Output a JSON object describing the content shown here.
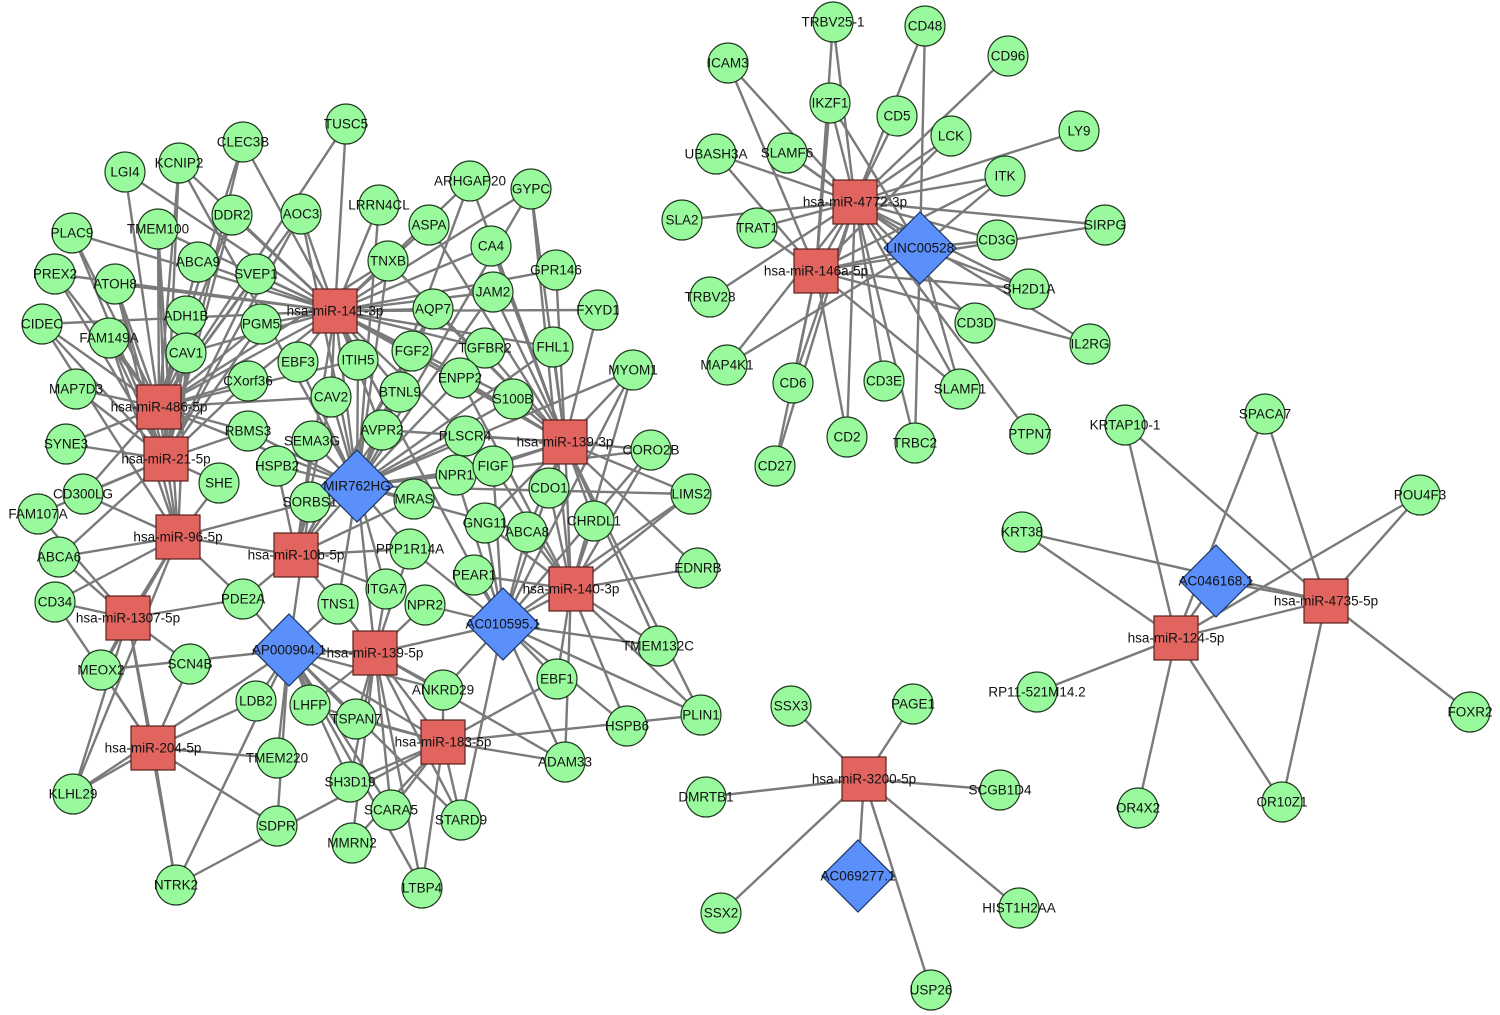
{
  "colors": {
    "mirna": "#e1645f",
    "lncrna": "#5b8ff9",
    "mrna": "#98fa9c",
    "edge": "#7a7a7a"
  },
  "nodes": [
    {
      "id": "m141",
      "label": "hsa-miR-141-3p",
      "kind": "mirna"
    },
    {
      "id": "m486",
      "label": "hsa-miR-486-5p",
      "kind": "mirna"
    },
    {
      "id": "m21",
      "label": "hsa-miR-21-5p",
      "kind": "mirna"
    },
    {
      "id": "m96",
      "label": "hsa-miR-96-5p",
      "kind": "mirna"
    },
    {
      "id": "m10b",
      "label": "hsa-miR-10b-5p",
      "kind": "mirna"
    },
    {
      "id": "m1307",
      "label": "hsa-miR-1307-5p",
      "kind": "mirna"
    },
    {
      "id": "m139_5",
      "label": "hsa-miR-139-5p",
      "kind": "mirna"
    },
    {
      "id": "m139_3",
      "label": "hsa-miR-139-3p",
      "kind": "mirna"
    },
    {
      "id": "m140",
      "label": "hsa-miR-140-3p",
      "kind": "mirna"
    },
    {
      "id": "m183",
      "label": "hsa-miR-183-5p",
      "kind": "mirna"
    },
    {
      "id": "m204",
      "label": "hsa-miR-204-5p",
      "kind": "mirna"
    },
    {
      "id": "m4772",
      "label": "hsa-miR-4772-3p",
      "kind": "mirna"
    },
    {
      "id": "m146",
      "label": "hsa-miR-146a-5p",
      "kind": "mirna"
    },
    {
      "id": "m124",
      "label": "hsa-miR-124-5p",
      "kind": "mirna"
    },
    {
      "id": "m4735",
      "label": "hsa-miR-4735-5p",
      "kind": "mirna"
    },
    {
      "id": "m3200",
      "label": "hsa-miR-3200-5p",
      "kind": "mirna"
    },
    {
      "id": "lMIR762",
      "label": "MIR762HG",
      "kind": "lncrna"
    },
    {
      "id": "lAP",
      "label": "AP000904.1",
      "kind": "lncrna"
    },
    {
      "id": "lAC0105",
      "label": "AC010595.1",
      "kind": "lncrna"
    },
    {
      "id": "lLINC",
      "label": "LINC00528",
      "kind": "lncrna"
    },
    {
      "id": "lAC0461",
      "label": "AC046168.1",
      "kind": "lncrna"
    },
    {
      "id": "lAC0692",
      "label": "AC069277.1",
      "kind": "lncrna"
    },
    {
      "id": "TUSC5",
      "label": "TUSC5",
      "kind": "mrna"
    },
    {
      "id": "CLEC3B",
      "label": "CLEC3B",
      "kind": "mrna"
    },
    {
      "id": "KCNIP2",
      "label": "KCNIP2",
      "kind": "mrna"
    },
    {
      "id": "LGI4",
      "label": "LGI4",
      "kind": "mrna"
    },
    {
      "id": "DDR2",
      "label": "DDR2",
      "kind": "mrna"
    },
    {
      "id": "AOC3",
      "label": "AOC3",
      "kind": "mrna"
    },
    {
      "id": "LRRN4CL",
      "label": "LRRN4CL",
      "kind": "mrna"
    },
    {
      "id": "ARHGAP20",
      "label": "ARHGAP20",
      "kind": "mrna"
    },
    {
      "id": "GYPC",
      "label": "GYPC",
      "kind": "mrna"
    },
    {
      "id": "ASPA",
      "label": "ASPA",
      "kind": "mrna"
    },
    {
      "id": "PLAC9",
      "label": "PLAC9",
      "kind": "mrna"
    },
    {
      "id": "TMEM100",
      "label": "TMEM100",
      "kind": "mrna"
    },
    {
      "id": "ABCA9",
      "label": "ABCA9",
      "kind": "mrna"
    },
    {
      "id": "SVEP1",
      "label": "SVEP1",
      "kind": "mrna"
    },
    {
      "id": "TNXB",
      "label": "TNXB",
      "kind": "mrna"
    },
    {
      "id": "CA4",
      "label": "CA4",
      "kind": "mrna"
    },
    {
      "id": "PREX2",
      "label": "PREX2",
      "kind": "mrna"
    },
    {
      "id": "ATOH8",
      "label": "ATOH8",
      "kind": "mrna"
    },
    {
      "id": "GPR146",
      "label": "GPR146",
      "kind": "mrna"
    },
    {
      "id": "JAM2",
      "label": "JAM2",
      "kind": "mrna"
    },
    {
      "id": "CIDEC",
      "label": "CIDEC",
      "kind": "mrna"
    },
    {
      "id": "ADH1B",
      "label": "ADH1B",
      "kind": "mrna"
    },
    {
      "id": "PGM5",
      "label": "PGM5",
      "kind": "mrna"
    },
    {
      "id": "AQP7",
      "label": "AQP7",
      "kind": "mrna"
    },
    {
      "id": "FXYD1",
      "label": "FXYD1",
      "kind": "mrna"
    },
    {
      "id": "FAM149A",
      "label": "FAM149A",
      "kind": "mrna"
    },
    {
      "id": "CAV1",
      "label": "CAV1",
      "kind": "mrna"
    },
    {
      "id": "EBF3",
      "label": "EBF3",
      "kind": "mrna"
    },
    {
      "id": "ITIH5",
      "label": "ITIH5",
      "kind": "mrna"
    },
    {
      "id": "FGF2",
      "label": "FGF2",
      "kind": "mrna"
    },
    {
      "id": "TGFBR2",
      "label": "TGFBR2",
      "kind": "mrna"
    },
    {
      "id": "FHL1",
      "label": "FHL1",
      "kind": "mrna"
    },
    {
      "id": "MYOM1",
      "label": "MYOM1",
      "kind": "mrna"
    },
    {
      "id": "MAP7D3",
      "label": "MAP7D3",
      "kind": "mrna"
    },
    {
      "id": "CXorf36",
      "label": "CXorf36",
      "kind": "mrna"
    },
    {
      "id": "ENPP2",
      "label": "ENPP2",
      "kind": "mrna"
    },
    {
      "id": "BTNL9",
      "label": "BTNL9",
      "kind": "mrna"
    },
    {
      "id": "S100B",
      "label": "S100B",
      "kind": "mrna"
    },
    {
      "id": "CAV2",
      "label": "CAV2",
      "kind": "mrna"
    },
    {
      "id": "SYNE3",
      "label": "SYNE3",
      "kind": "mrna"
    },
    {
      "id": "RBMS3",
      "label": "RBMS3",
      "kind": "mrna"
    },
    {
      "id": "AVPR2",
      "label": "AVPR2",
      "kind": "mrna"
    },
    {
      "id": "SEMA3G",
      "label": "SEMA3G",
      "kind": "mrna"
    },
    {
      "id": "PLSCR4",
      "label": "PLSCR4",
      "kind": "mrna"
    },
    {
      "id": "CORO2B",
      "label": "CORO2B",
      "kind": "mrna"
    },
    {
      "id": "HSPB2",
      "label": "HSPB2",
      "kind": "mrna"
    },
    {
      "id": "NPR1",
      "label": "NPR1",
      "kind": "mrna"
    },
    {
      "id": "FIGF",
      "label": "FIGF",
      "kind": "mrna"
    },
    {
      "id": "SHE",
      "label": "SHE",
      "kind": "mrna"
    },
    {
      "id": "CD300LG",
      "label": "CD300LG",
      "kind": "mrna"
    },
    {
      "id": "SORBS1",
      "label": "SORBS1",
      "kind": "mrna"
    },
    {
      "id": "MRAS",
      "label": "MRAS",
      "kind": "mrna"
    },
    {
      "id": "CDO1",
      "label": "CDO1",
      "kind": "mrna"
    },
    {
      "id": "LIMS2",
      "label": "LIMS2",
      "kind": "mrna"
    },
    {
      "id": "FAM107A",
      "label": "FAM107A",
      "kind": "mrna"
    },
    {
      "id": "GNG11",
      "label": "GNG11",
      "kind": "mrna"
    },
    {
      "id": "ABCA8",
      "label": "ABCA8",
      "kind": "mrna"
    },
    {
      "id": "CHRDL1",
      "label": "CHRDL1",
      "kind": "mrna"
    },
    {
      "id": "ABCA6",
      "label": "ABCA6",
      "kind": "mrna"
    },
    {
      "id": "PPP1R14A",
      "label": "PPP1R14A",
      "kind": "mrna"
    },
    {
      "id": "EDNRB",
      "label": "EDNRB",
      "kind": "mrna"
    },
    {
      "id": "CD34",
      "label": "CD34",
      "kind": "mrna"
    },
    {
      "id": "PDE2A",
      "label": "PDE2A",
      "kind": "mrna"
    },
    {
      "id": "PEAR1",
      "label": "PEAR1",
      "kind": "mrna"
    },
    {
      "id": "ITGA7",
      "label": "ITGA7",
      "kind": "mrna"
    },
    {
      "id": "TNS1",
      "label": "TNS1",
      "kind": "mrna"
    },
    {
      "id": "NPR2",
      "label": "NPR2",
      "kind": "mrna"
    },
    {
      "id": "TMEM132C",
      "label": "TMEM132C",
      "kind": "mrna"
    },
    {
      "id": "MEOX2",
      "label": "MEOX2",
      "kind": "mrna"
    },
    {
      "id": "SCN4B",
      "label": "SCN4B",
      "kind": "mrna"
    },
    {
      "id": "EBF1",
      "label": "EBF1",
      "kind": "mrna"
    },
    {
      "id": "PLIN1",
      "label": "PLIN1",
      "kind": "mrna"
    },
    {
      "id": "LDB2",
      "label": "LDB2",
      "kind": "mrna"
    },
    {
      "id": "LHFP",
      "label": "LHFP",
      "kind": "mrna"
    },
    {
      "id": "ANKRD29",
      "label": "ANKRD29",
      "kind": "mrna"
    },
    {
      "id": "HSPB6",
      "label": "HSPB6",
      "kind": "mrna"
    },
    {
      "id": "TSPAN7",
      "label": "TSPAN7",
      "kind": "mrna"
    },
    {
      "id": "ADAM33",
      "label": "ADAM33",
      "kind": "mrna"
    },
    {
      "id": "TMEM220",
      "label": "TMEM220",
      "kind": "mrna"
    },
    {
      "id": "SH3D19",
      "label": "SH3D19",
      "kind": "mrna"
    },
    {
      "id": "KLHL29",
      "label": "KLHL29",
      "kind": "mrna"
    },
    {
      "id": "SDPR",
      "label": "SDPR",
      "kind": "mrna"
    },
    {
      "id": "SCARA5",
      "label": "SCARA5",
      "kind": "mrna"
    },
    {
      "id": "STARD9",
      "label": "STARD9",
      "kind": "mrna"
    },
    {
      "id": "MMRN2",
      "label": "MMRN2",
      "kind": "mrna"
    },
    {
      "id": "LTBP4",
      "label": "LTBP4",
      "kind": "mrna"
    },
    {
      "id": "NTRK2",
      "label": "NTRK2",
      "kind": "mrna"
    },
    {
      "id": "TRBV25-1",
      "label": "TRBV25-1",
      "kind": "mrna"
    },
    {
      "id": "CD48",
      "label": "CD48",
      "kind": "mrna"
    },
    {
      "id": "ICAM3",
      "label": "ICAM3",
      "kind": "mrna"
    },
    {
      "id": "CD96",
      "label": "CD96",
      "kind": "mrna"
    },
    {
      "id": "IKZF1",
      "label": "IKZF1",
      "kind": "mrna"
    },
    {
      "id": "CD5",
      "label": "CD5",
      "kind": "mrna"
    },
    {
      "id": "UBASH3A",
      "label": "UBASH3A",
      "kind": "mrna"
    },
    {
      "id": "SLAMF6",
      "label": "SLAMF6",
      "kind": "mrna"
    },
    {
      "id": "LCK",
      "label": "LCK",
      "kind": "mrna"
    },
    {
      "id": "LY9",
      "label": "LY9",
      "kind": "mrna"
    },
    {
      "id": "ITK",
      "label": "ITK",
      "kind": "mrna"
    },
    {
      "id": "SLA2",
      "label": "SLA2",
      "kind": "mrna"
    },
    {
      "id": "TRAT1",
      "label": "TRAT1",
      "kind": "mrna"
    },
    {
      "id": "CD3G",
      "label": "CD3G",
      "kind": "mrna"
    },
    {
      "id": "SIRPG",
      "label": "SIRPG",
      "kind": "mrna"
    },
    {
      "id": "TRBV28",
      "label": "TRBV28",
      "kind": "mrna"
    },
    {
      "id": "SH2D1A",
      "label": "SH2D1A",
      "kind": "mrna"
    },
    {
      "id": "CD3D",
      "label": "CD3D",
      "kind": "mrna"
    },
    {
      "id": "IL2RG",
      "label": "IL2RG",
      "kind": "mrna"
    },
    {
      "id": "MAP4K1",
      "label": "MAP4K1",
      "kind": "mrna"
    },
    {
      "id": "CD6",
      "label": "CD6",
      "kind": "mrna"
    },
    {
      "id": "CD3E",
      "label": "CD3E",
      "kind": "mrna"
    },
    {
      "id": "SLAMF1",
      "label": "SLAMF1",
      "kind": "mrna"
    },
    {
      "id": "PTPN7",
      "label": "PTPN7",
      "kind": "mrna"
    },
    {
      "id": "CD2",
      "label": "CD2",
      "kind": "mrna"
    },
    {
      "id": "TRBC2",
      "label": "TRBC2",
      "kind": "mrna"
    },
    {
      "id": "CD27",
      "label": "CD27",
      "kind": "mrna"
    },
    {
      "id": "KRTAP10-1",
      "label": "KRTAP10-1",
      "kind": "mrna"
    },
    {
      "id": "SPACA7",
      "label": "SPACA7",
      "kind": "mrna"
    },
    {
      "id": "POU4F3",
      "label": "POU4F3",
      "kind": "mrna"
    },
    {
      "id": "KRT38",
      "label": "KRT38",
      "kind": "mrna"
    },
    {
      "id": "RP11-521M14.2",
      "label": "RP11-521M14.2",
      "kind": "mrna"
    },
    {
      "id": "FOXR2",
      "label": "FOXR2",
      "kind": "mrna"
    },
    {
      "id": "OR4X2",
      "label": "OR4X2",
      "kind": "mrna"
    },
    {
      "id": "OR10Z1",
      "label": "OR10Z1",
      "kind": "mrna"
    },
    {
      "id": "SSX3",
      "label": "SSX3",
      "kind": "mrna"
    },
    {
      "id": "PAGE1",
      "label": "PAGE1",
      "kind": "mrna"
    },
    {
      "id": "DMRTB1",
      "label": "DMRTB1",
      "kind": "mrna"
    },
    {
      "id": "SCGB1D4",
      "label": "SCGB1D4",
      "kind": "mrna"
    },
    {
      "id": "SSX2",
      "label": "SSX2",
      "kind": "mrna"
    },
    {
      "id": "HIST1H2AA",
      "label": "HIST1H2AA",
      "kind": "mrna"
    },
    {
      "id": "USP26",
      "label": "USP26",
      "kind": "mrna"
    }
  ]
}
